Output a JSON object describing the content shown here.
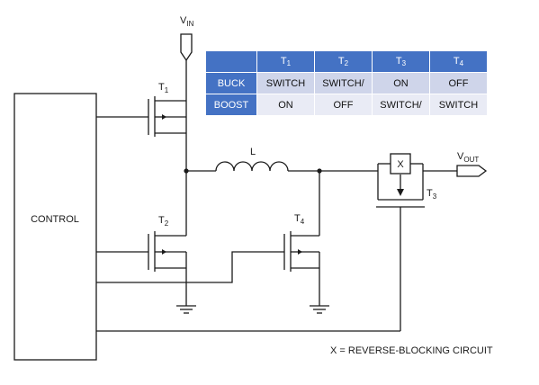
{
  "labels": {
    "control": "CONTROL",
    "vin_main": "V",
    "vin_sub": "IN",
    "vout_main": "V",
    "vout_sub": "OUT",
    "inductor": "L",
    "t_prefix": "T",
    "t1_sub": "1",
    "t2_sub": "2",
    "t3_sub": "3",
    "t4_sub": "4",
    "block_x": "X",
    "legend": "X = REVERSE-BLOCKING CIRCUIT"
  },
  "table": {
    "headers": [
      {
        "main": "T",
        "sub": "1"
      },
      {
        "main": "T",
        "sub": "2"
      },
      {
        "main": "T",
        "sub": "3"
      },
      {
        "main": "T",
        "sub": "4"
      }
    ],
    "rows": [
      {
        "mode": "BUCK",
        "cells": [
          "SWITCH",
          "SWITCH/",
          "ON",
          "OFF"
        ]
      },
      {
        "mode": "BOOST",
        "cells": [
          "ON",
          "OFF",
          "SWITCH/",
          "SWITCH"
        ]
      }
    ]
  },
  "colors": {
    "header_fill": "#4472c4",
    "row_fill_1": "#cfd5ea",
    "row_fill_2": "#e9ebf5",
    "wire": "#1a1a1a"
  }
}
